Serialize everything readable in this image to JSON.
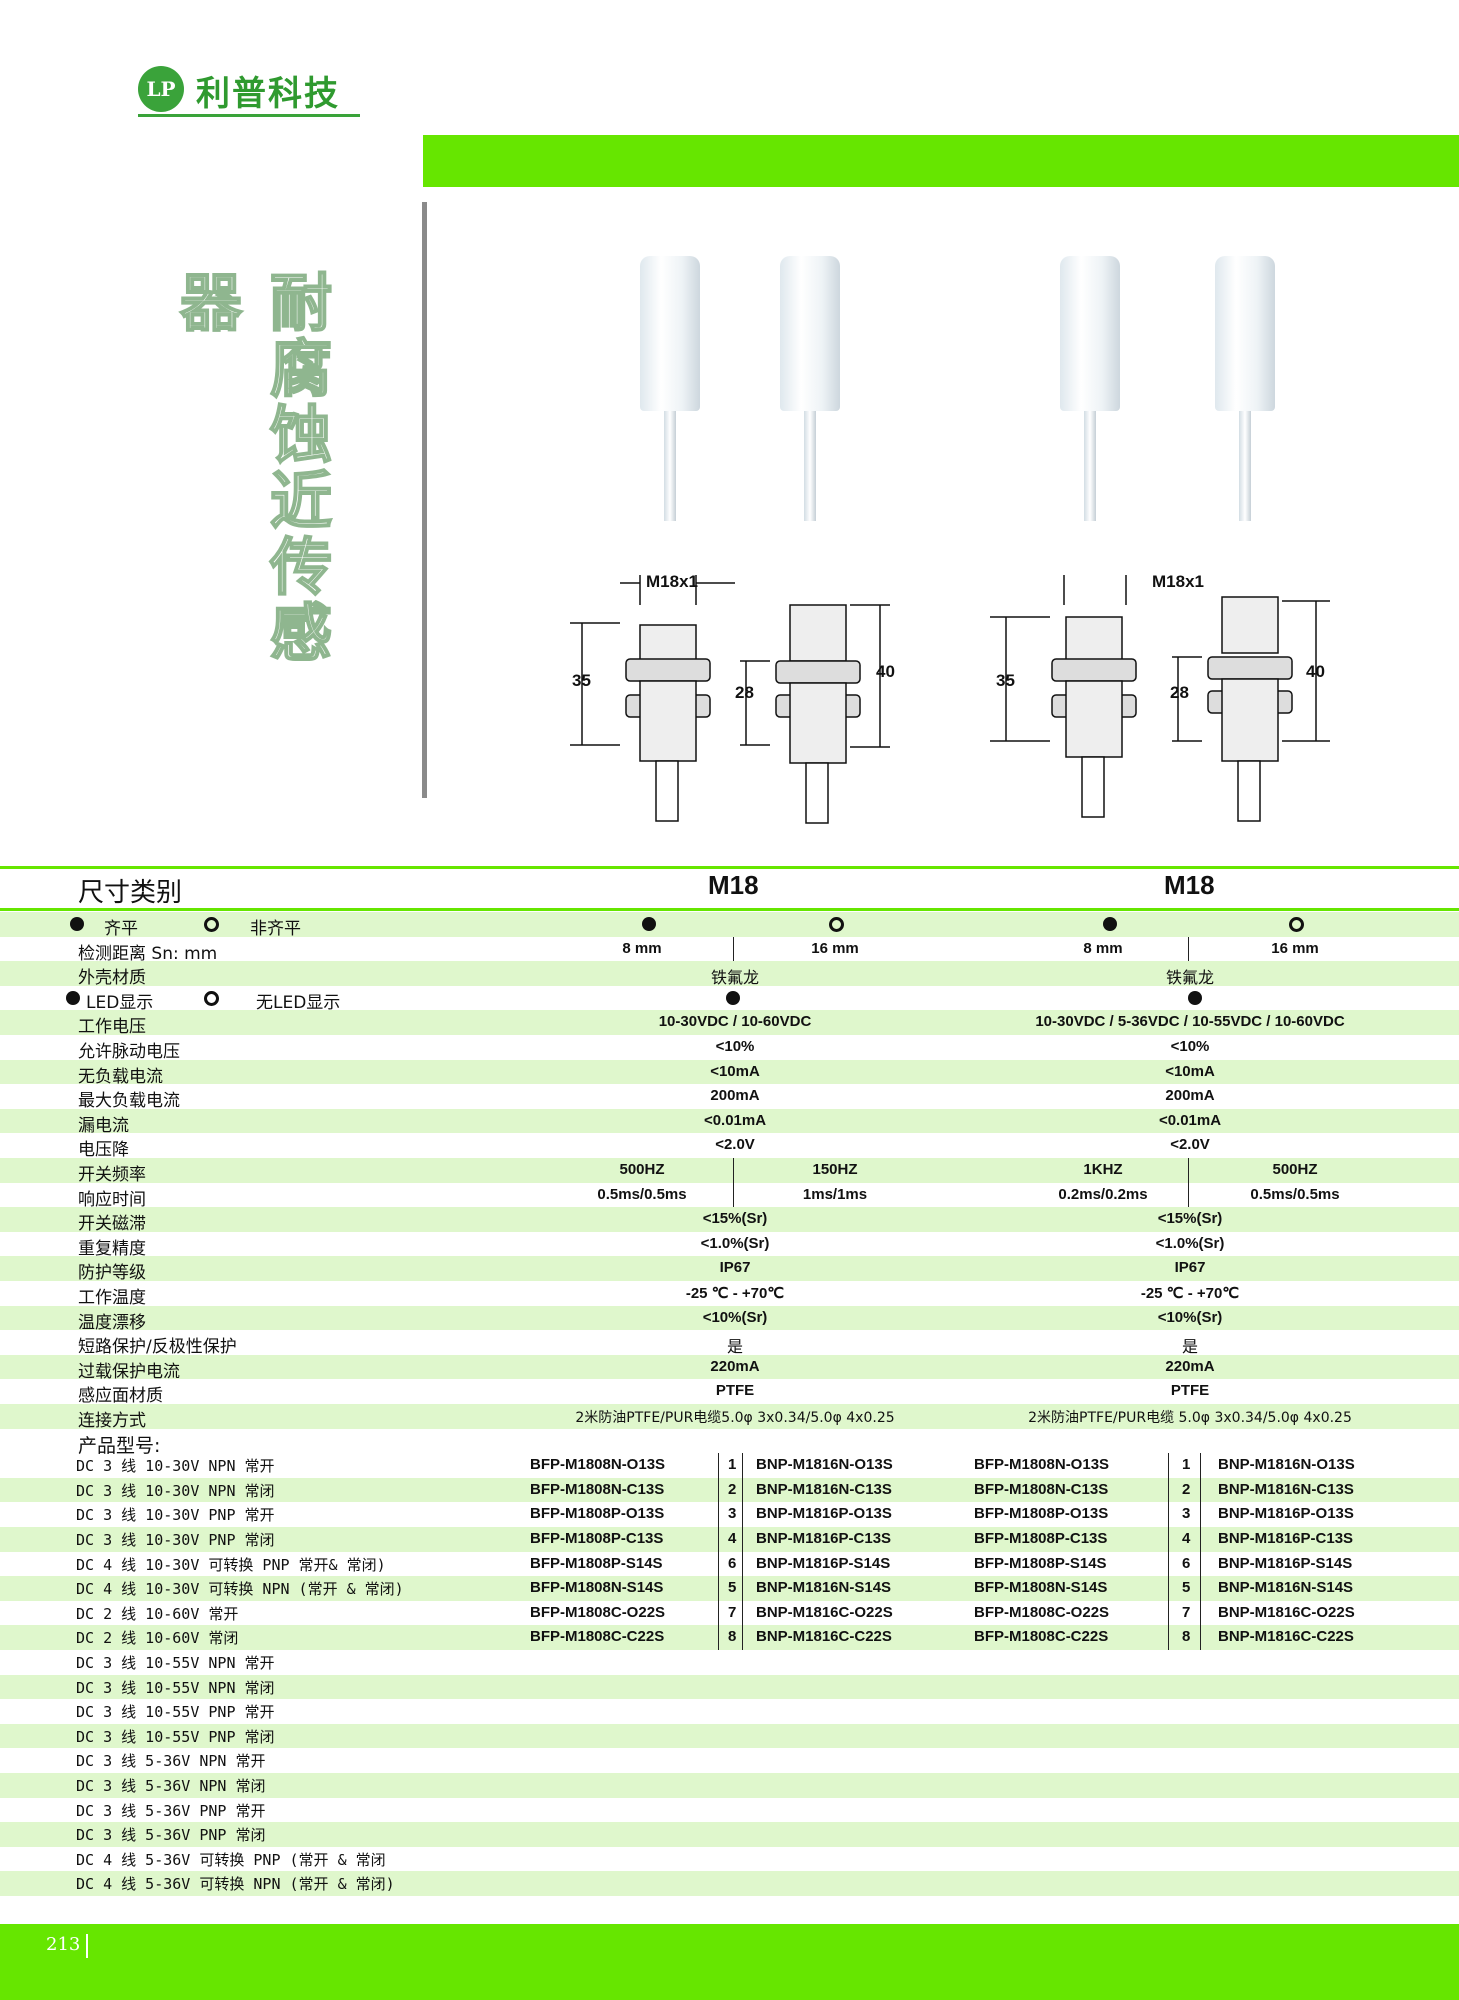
{
  "header": {
    "logo_mark": "LP",
    "company": "利普科技"
  },
  "vertical_title": "耐腐蚀近传感器",
  "dimensions": {
    "thread": "M18x1",
    "d35": "35",
    "d28": "28",
    "d40": "40"
  },
  "table": {
    "size_label": "尺寸类别",
    "size_value_a": "M18",
    "size_value_b": "M18",
    "flush_label": "齐平",
    "nonflush_label": "非齐平",
    "rows": [
      {
        "label": "检测距离  Sn: mm",
        "a1": "8 mm",
        "a2": "16 mm",
        "b1": "8 mm",
        "b2": "16 mm"
      },
      {
        "label": "外壳材质",
        "a": "铁氟龙",
        "b": "铁氟龙"
      },
      {
        "label_led": "LED显示",
        "label_noled": "无LED显示"
      },
      {
        "label": "工作电压",
        "a": "10-30VDC  / 10-60VDC",
        "b": "10-30VDC / 5-36VDC / 10-55VDC / 10-60VDC"
      },
      {
        "label": "允许脉动电压",
        "a": "<10%",
        "b": "<10%"
      },
      {
        "label": "无负载电流",
        "a": "<10mA",
        "b": "<10mA"
      },
      {
        "label": "最大负载电流",
        "a": "200mA",
        "b": "200mA"
      },
      {
        "label": "漏电流",
        "a": "<0.01mA",
        "b": "<0.01mA"
      },
      {
        "label": "电压降",
        "a": "<2.0V",
        "b": "<2.0V"
      },
      {
        "label": "开关频率",
        "a1": "500HZ",
        "a2": "150HZ",
        "b1": "1KHZ",
        "b2": "500HZ"
      },
      {
        "label": "响应时间",
        "a1": "0.5ms/0.5ms",
        "a2": "1ms/1ms",
        "b1": "0.2ms/0.2ms",
        "b2": "0.5ms/0.5ms"
      },
      {
        "label": "开关磁滞",
        "a": "<15%(Sr)",
        "b": "<15%(Sr)"
      },
      {
        "label": "重复精度",
        "a": "<1.0%(Sr)",
        "b": "<1.0%(Sr)"
      },
      {
        "label": "防护等级",
        "a": "IP67",
        "b": "IP67"
      },
      {
        "label": "工作温度",
        "a": "-25 ℃ - +70℃",
        "b": "-25 ℃ - +70℃"
      },
      {
        "label": "温度漂移",
        "a": "<10%(Sr)",
        "b": "<10%(Sr)"
      },
      {
        "label": "短路保护/反极性保护",
        "a": "是",
        "b": "是"
      },
      {
        "label": "过载保护电流",
        "a": "220mA",
        "b": "220mA"
      },
      {
        "label": "感应面材质",
        "a": "PTFE",
        "b": "PTFE"
      },
      {
        "label": "连接方式",
        "a": "2米防油PTFE/PUR电缆5.0φ 3x0.34/5.0φ 4x0.25",
        "b": "2米防油PTFE/PUR电缆 5.0φ  3x0.34/5.0φ  4x0.25"
      }
    ],
    "models_label": "产品型号:",
    "models": [
      {
        "desc": "DC 3 线 10-30V NPN 常开",
        "a1": "BFP-M1808N-O13S",
        "an": "1",
        "a2": "BNP-M1816N-O13S",
        "b1": "BFP-M1808N-O13S",
        "bn": "1",
        "b2": "BNP-M1816N-O13S"
      },
      {
        "desc": "DC 3 线 10-30V NPN 常闭",
        "a1": "BFP-M1808N-C13S",
        "an": "2",
        "a2": "BNP-M1816N-C13S",
        "b1": "BFP-M1808N-C13S",
        "bn": "2",
        "b2": "BNP-M1816N-C13S"
      },
      {
        "desc": "DC 3 线 10-30V PNP 常开",
        "a1": "BFP-M1808P-O13S",
        "an": "3",
        "a2": "BNP-M1816P-O13S",
        "b1": "BFP-M1808P-O13S",
        "bn": "3",
        "b2": "BNP-M1816P-O13S"
      },
      {
        "desc": "DC 3 线 10-30V PNP 常闭",
        "a1": "BFP-M1808P-C13S",
        "an": "4",
        "a2": "BNP-M1816P-C13S",
        "b1": "BFP-M1808P-C13S",
        "bn": "4",
        "b2": "BNP-M1816P-C13S"
      },
      {
        "desc": "DC 4 线 10-30V 可转换 PNP 常开& 常闭)",
        "a1": "BFP-M1808P-S14S",
        "an": "6",
        "a2": "BNP-M1816P-S14S",
        "b1": "BFP-M1808P-S14S",
        "bn": "6",
        "b2": "BNP-M1816P-S14S"
      },
      {
        "desc": " DC 4 线 10-30V 可转换 NPN (常开 & 常闭)",
        "a1": "BFP-M1808N-S14S",
        "an": "5",
        "a2": "BNP-M1816N-S14S",
        "b1": "BFP-M1808N-S14S",
        "bn": "5",
        "b2": "BNP-M1816N-S14S"
      },
      {
        "desc": "DC 2 线 10-60V 常开",
        "a1": "BFP-M1808C-O22S",
        "an": "7",
        "a2": "BNP-M1816C-O22S",
        "b1": "BFP-M1808C-O22S",
        "bn": "7",
        "b2": "BNP-M1816C-O22S"
      },
      {
        "desc": "DC 2 线 10-60V 常闭",
        "a1": "BFP-M1808C-C22S",
        "an": "8",
        "a2": "BNP-M1816C-C22S",
        "b1": "BFP-M1808C-C22S",
        "bn": "8",
        "b2": "BNP-M1816C-C22S"
      },
      {
        "desc": "DC 3 线 10-55V NPN 常开"
      },
      {
        "desc": "DC 3 线 10-55V NPN 常闭"
      },
      {
        "desc": "DC 3 线 10-55V PNP 常开"
      },
      {
        "desc": "DC 3 线 10-55V PNP 常闭"
      },
      {
        "desc": "DC 3 线 5-36V  NPN 常开"
      },
      {
        "desc": "DC 3 线 5-36V  NPN 常闭"
      },
      {
        "desc": "DC 3 线 5-36V  PNP 常开"
      },
      {
        "desc": "DC 3 线 5-36V  PNP 常闭"
      },
      {
        "desc": "DC 4 线 5-36V 可转换 PNP (常开 & 常闭"
      },
      {
        "desc": "DC 4 线 5-36V 可转换 NPN (常开 & 常闭)"
      }
    ]
  },
  "footer": {
    "page_number": "213"
  },
  "colors": {
    "accent_green": "#66e600",
    "row_tint": "#dff7cc",
    "logo_green": "#3aa33a"
  }
}
